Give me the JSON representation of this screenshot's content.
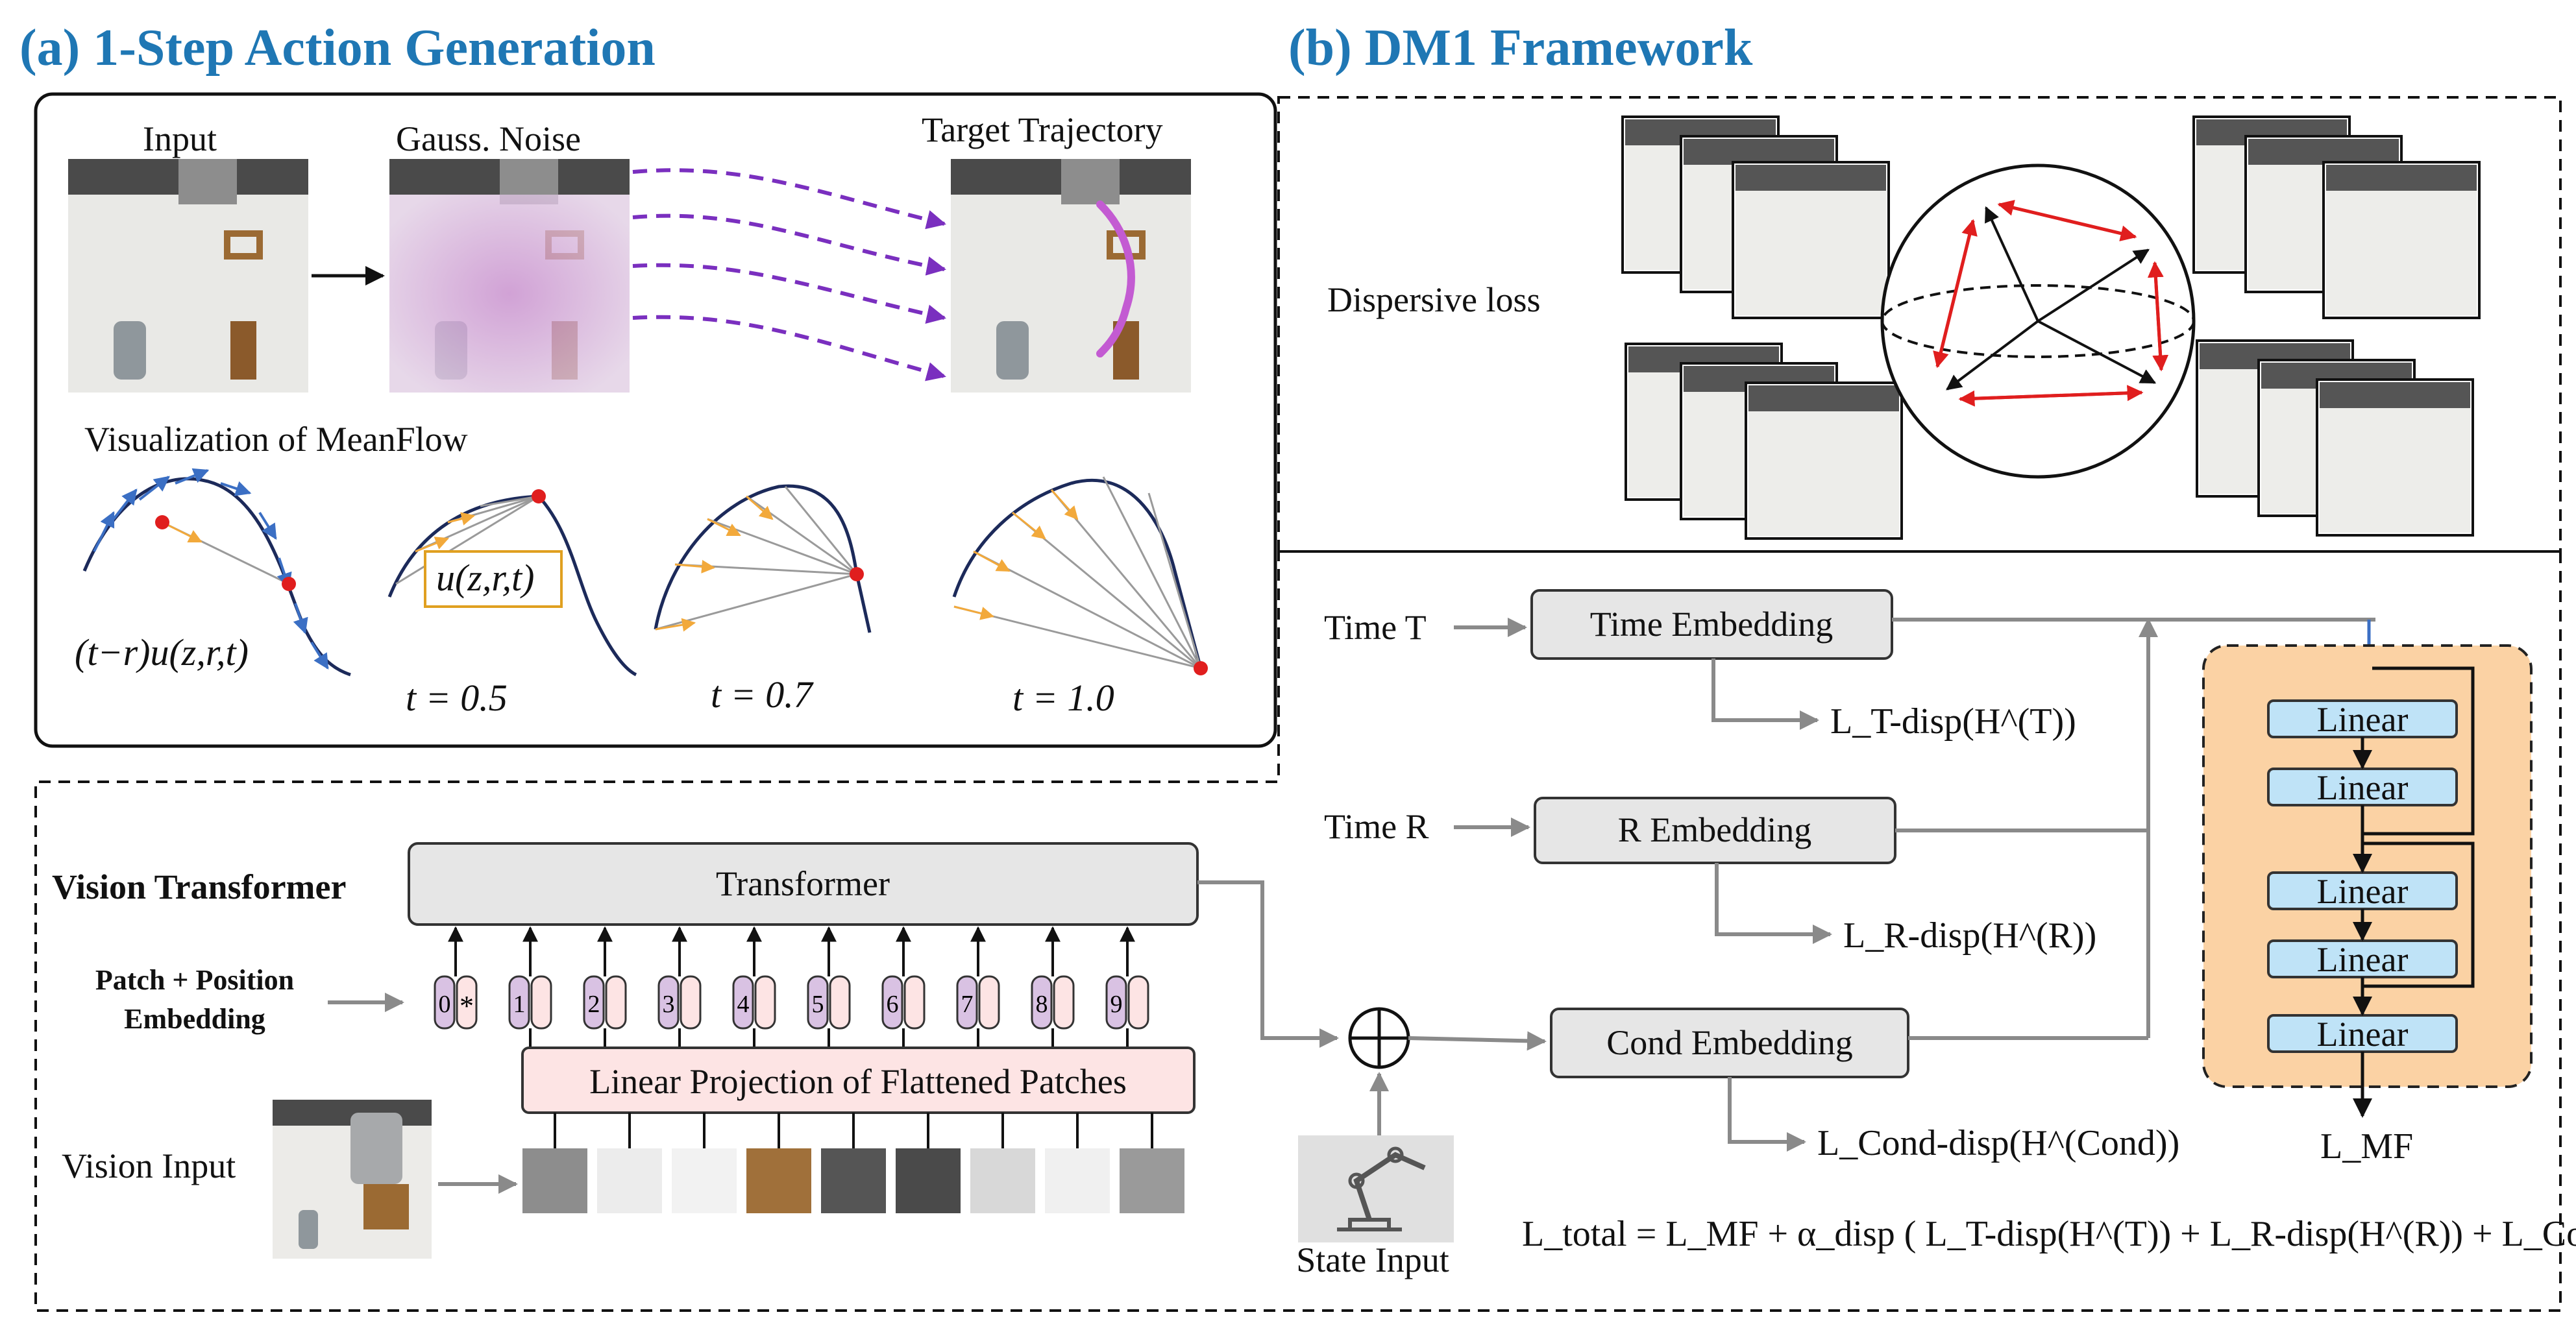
{
  "panel_a": {
    "title": "(a) 1-Step Action Generation",
    "input_label": "Input",
    "noise_label": "Gauss. Noise",
    "target_label": "Target Trajectory",
    "meanflow_label": "Visualization of MeanFlow",
    "u_label": "u(z,r,t)",
    "avg_label": "(t−r)u(z,r,t)",
    "t_labels": [
      "t = 0.5",
      "t = 0.7",
      "t = 1.0"
    ]
  },
  "panel_b": {
    "title": "(b) DM1 Framework",
    "dispersive_label": "Dispersive loss",
    "time_t": "Time T",
    "time_r": "Time R",
    "time_embedding": "Time Embedding",
    "r_embedding": "R Embedding",
    "cond_embedding": "Cond Embedding",
    "loss_t": "L_T-disp(H^(T))",
    "loss_r": "L_R-disp(H^(R))",
    "loss_cond": "L_Cond-disp(H^(Cond))",
    "linear_label": "Linear",
    "loss_mf": "L_MF",
    "state_input": "State Input",
    "total_eq": "L_total = L_MF + α_disp ( L_T-disp(H^(T)) + L_R-disp(H^(R)) + L_Cond-disp(H^(Cond)) )"
  },
  "vit": {
    "title": "Vision Transformer",
    "transformer": "Transformer",
    "patch_pos_1": "Patch + Position",
    "patch_pos_2": "Embedding",
    "linear_proj": "Linear Projection of Flattened Patches",
    "vision_input": "Vision Input",
    "tokens": [
      "0",
      "1",
      "2",
      "3",
      "4",
      "5",
      "6",
      "7",
      "8",
      "9"
    ],
    "cls_mark": "*"
  },
  "colors": {
    "title_blue": "#1f77b4",
    "linear_fill": "#bfe3f7",
    "orange_fill": "#fbd2a4",
    "token_purple": "#d9c2e3",
    "token_pink": "#fde4e4",
    "arrow_purple": "#7a2fbf",
    "red_arrow": "#e01e1e",
    "flow_blue": "#3b6fc4",
    "flow_orange": "#f2a93b"
  }
}
